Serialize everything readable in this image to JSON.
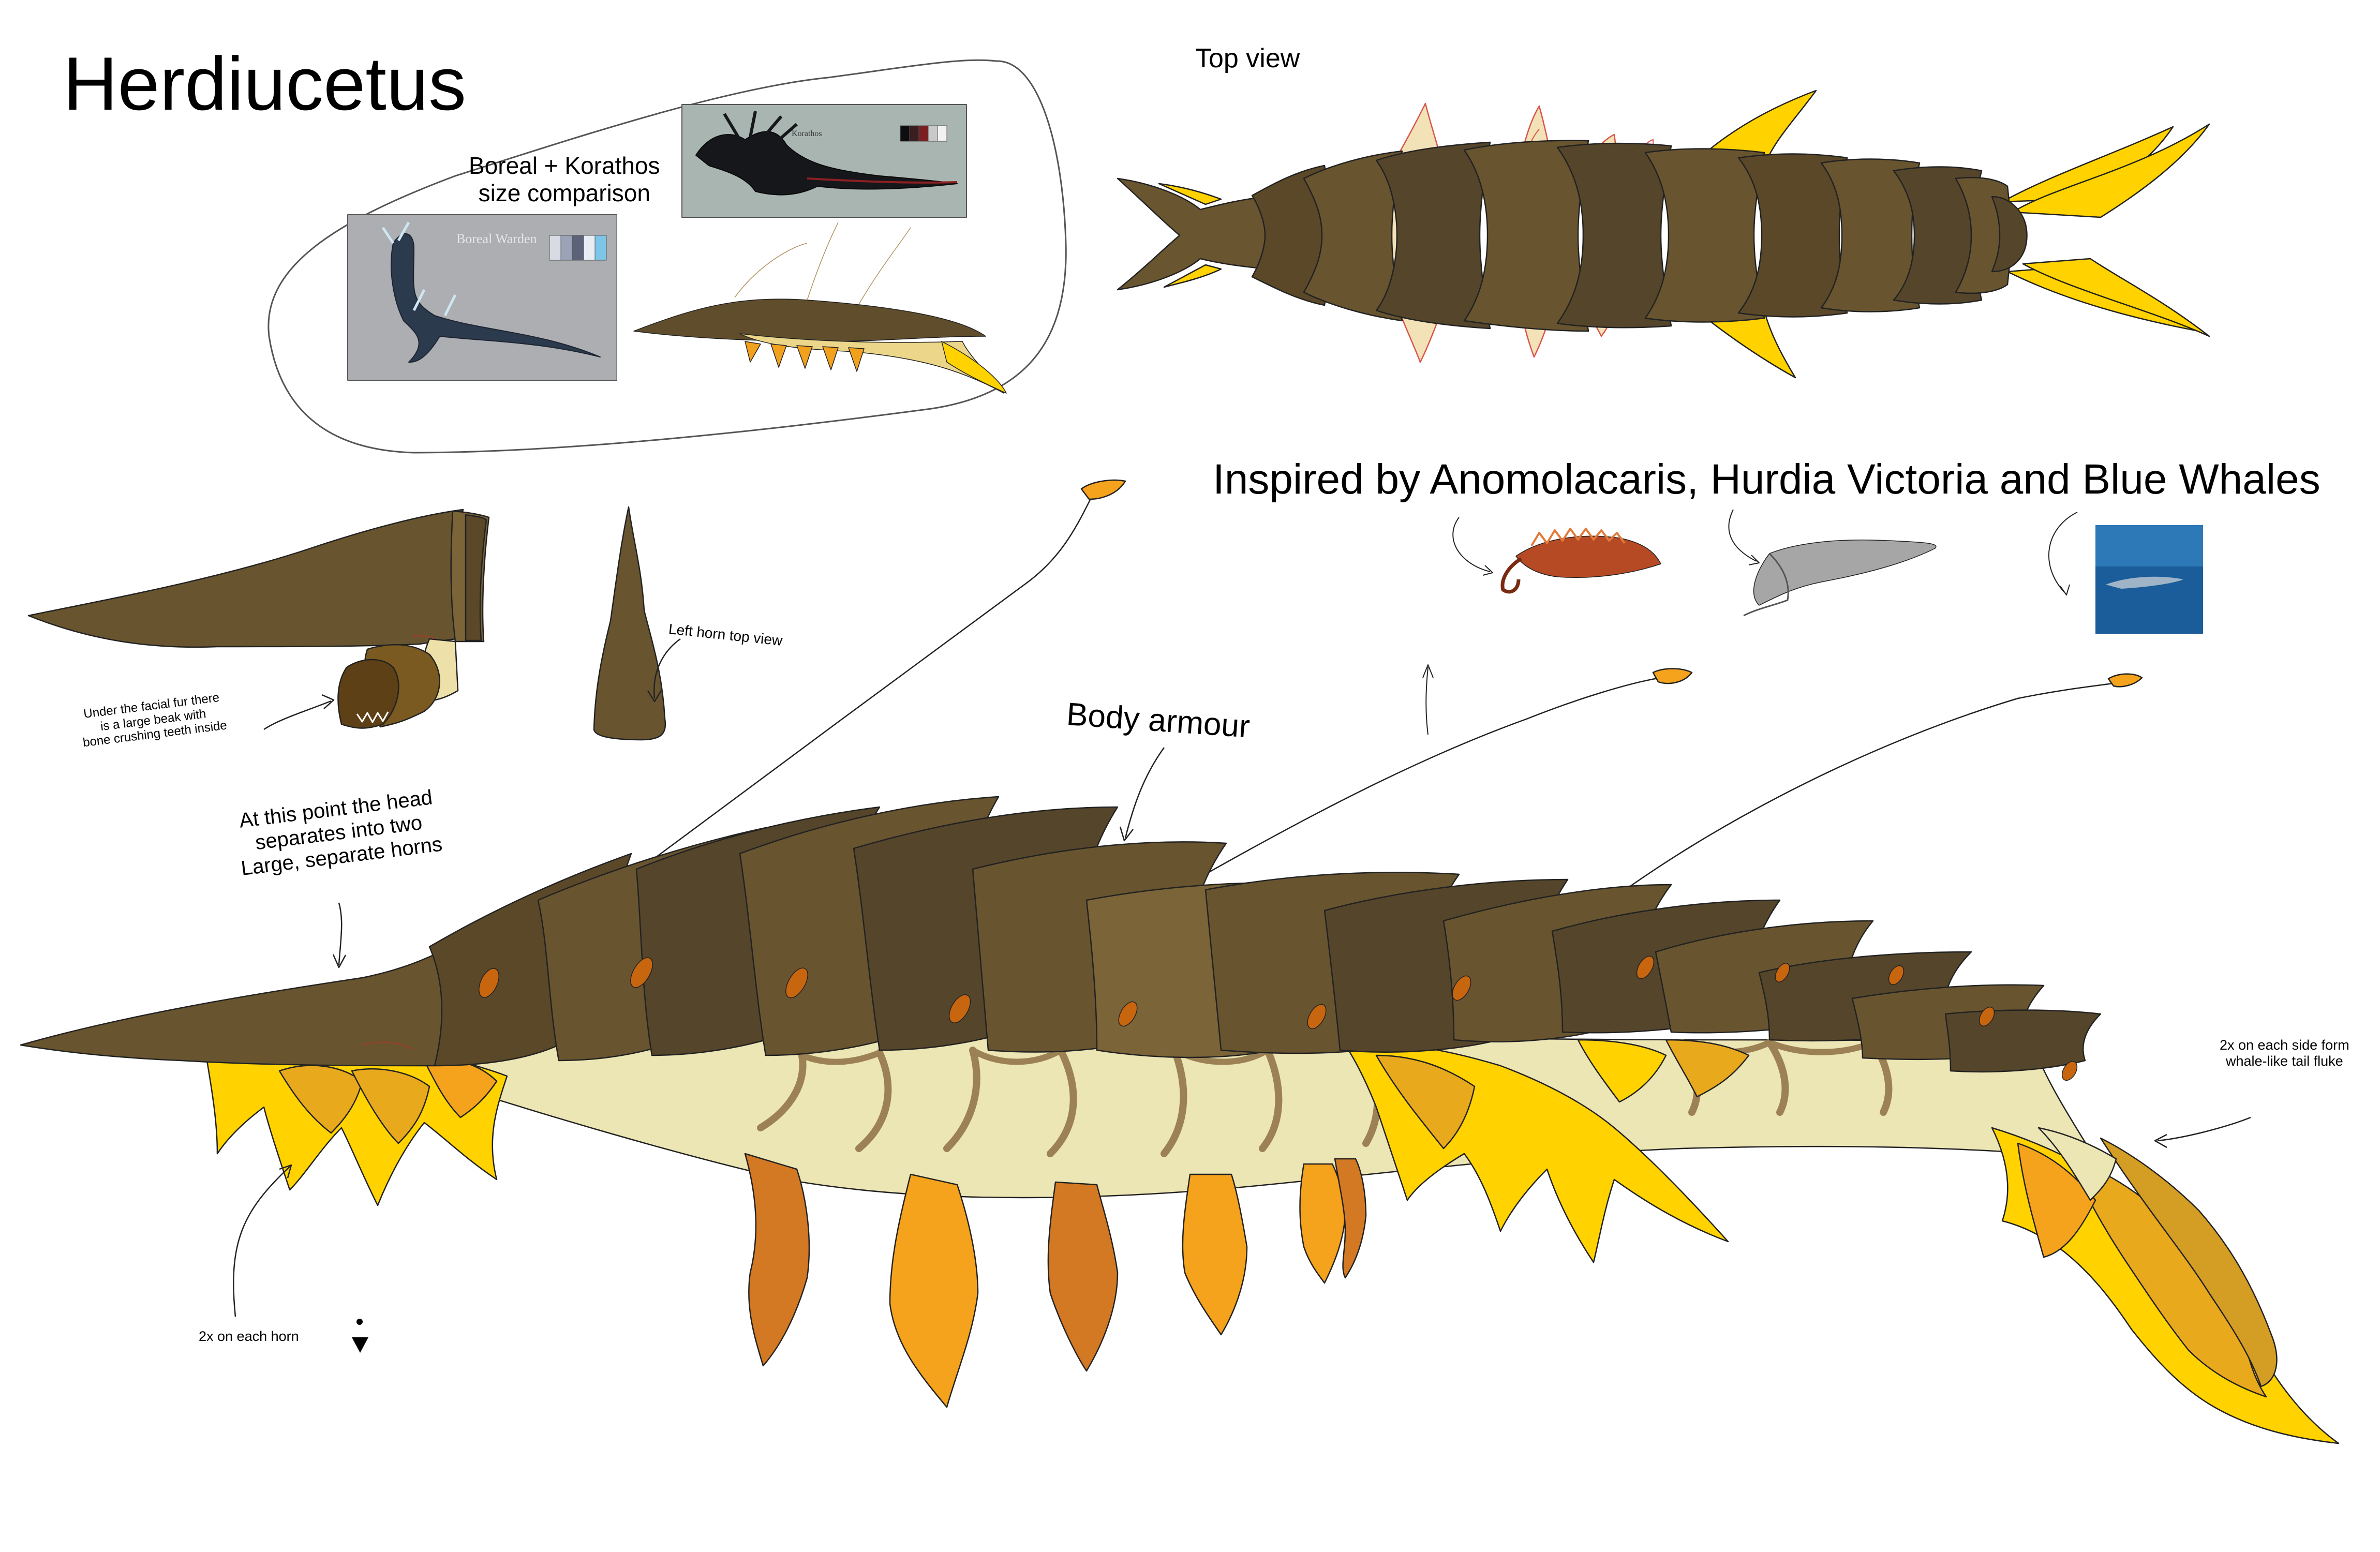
{
  "title": "Herdiucetus",
  "labels": {
    "top_view": "Top view",
    "size_comparison_line1": "Boreal + Korathos",
    "size_comparison_line2": "size comparison",
    "inspired_by": "Inspired by Anomolacaris, Hurdia Victoria and Blue Whales",
    "body_armour": "Body armour",
    "head_split_line1": "At this point the head",
    "head_split_line2": "separates into two",
    "head_split_line3": "Large, separate horns",
    "beak_line1": "Under the facial fur there",
    "beak_line2": "is a large beak with",
    "beak_line3": "bone crushing teeth inside",
    "left_horn": "Left horn top view",
    "fluke_line1": "2x on each side form",
    "fluke_line2": "whale-like tail fluke",
    "two_each_horn": "2x on each horn"
  },
  "reference_cards": {
    "boreal_warden": "Boreal Warden",
    "korathos": "Korathos"
  },
  "colors": {
    "armour_dark": "#55452a",
    "armour_mid": "#685530",
    "armour_light": "#7a6438",
    "underbelly": "#ece5b4",
    "vein": "#9c8155",
    "flame_yellow": "#ffd200",
    "flame_gold": "#e9a91d",
    "flame_orange": "#f5a21c",
    "flame_deep": "#d37823",
    "eye_spot": "#c8650f",
    "gill_red": "#d8554a",
    "gill_cream": "#f3e2b8"
  }
}
